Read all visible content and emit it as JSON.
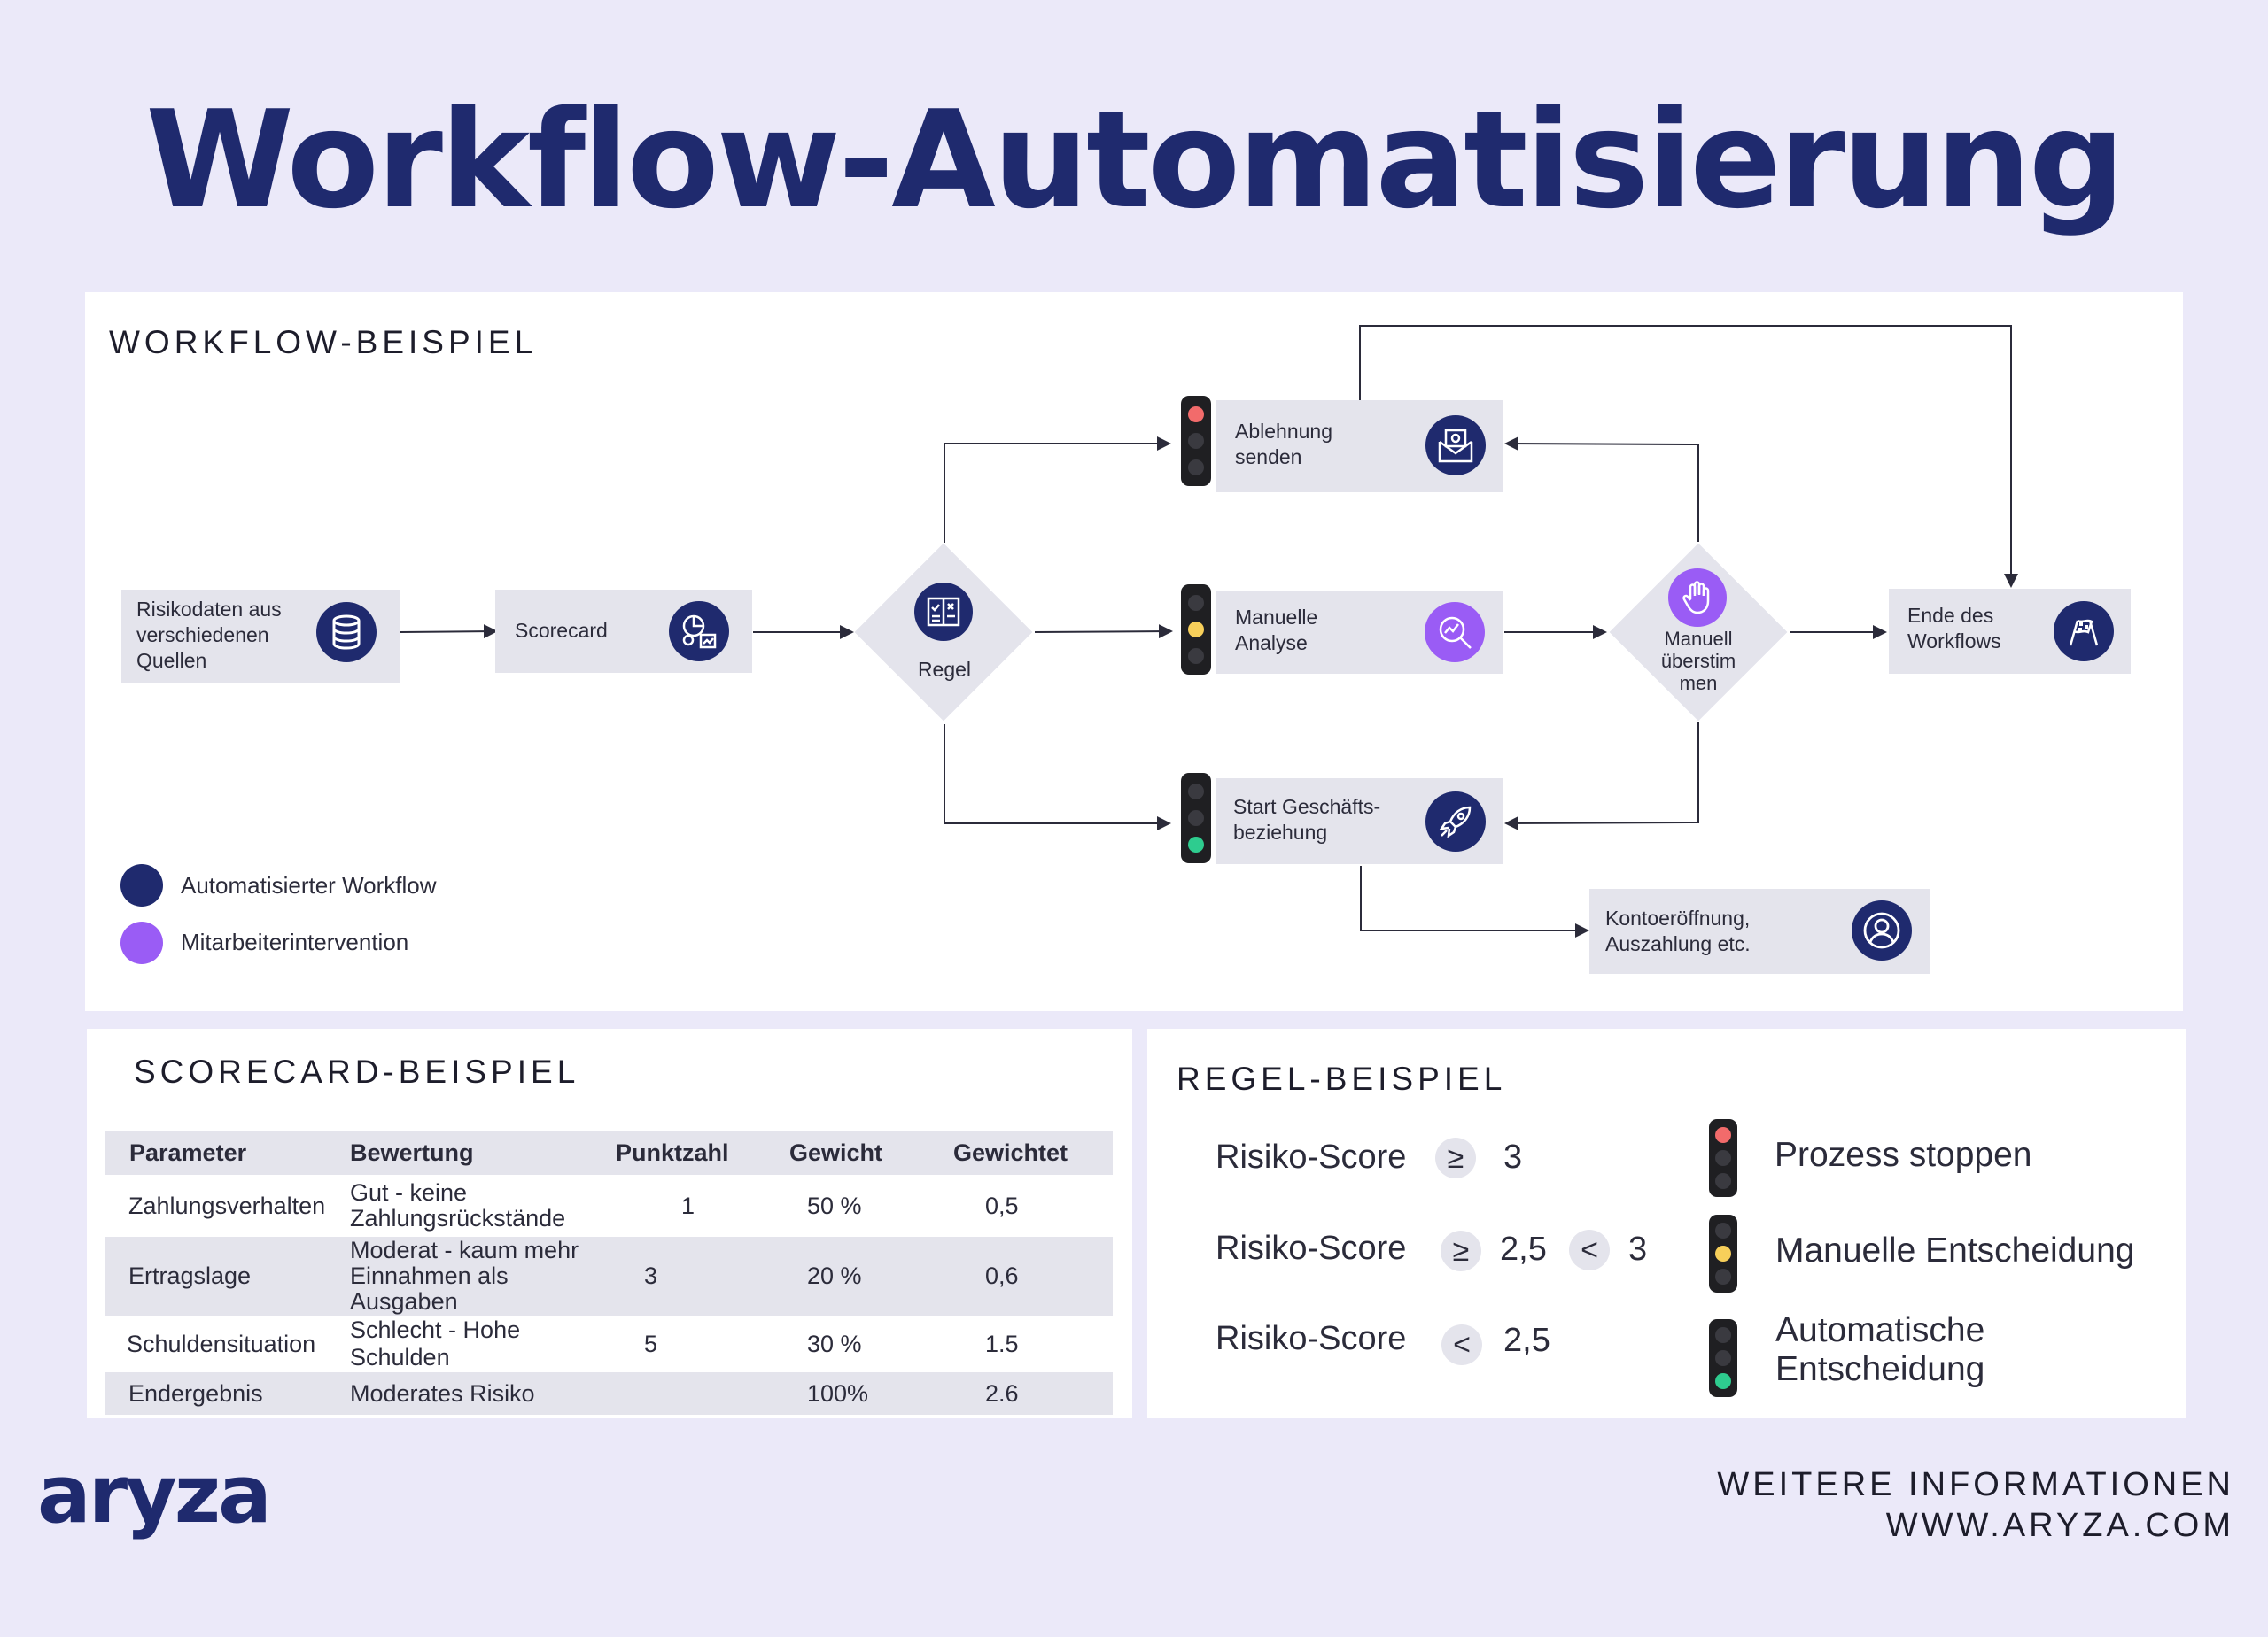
{
  "title": "Workflow-Automatisierung",
  "workflow": {
    "panel_title": "WORKFLOW-BEISPIEL",
    "nodes": {
      "risk_data": "Risikodaten aus verschiedenen Quellen",
      "scorecard": "Scorecard",
      "rule": "Regel",
      "rejection": "Ablehnung senden",
      "manual_analysis": "Manuelle Analyse",
      "start_business": "Start Geschäfts- beziehung",
      "manual_override": "Manuell überstim men",
      "end": "Ende des Workflows",
      "account_opening": "Kontoeröffnung, Auszahlung etc."
    },
    "legend": [
      {
        "label": "Automatisierter Workflow",
        "color": "#1f2a6e"
      },
      {
        "label": "Mitarbeiterintervention",
        "color": "#9a5cf5"
      }
    ]
  },
  "scorecard": {
    "panel_title": "SCORECARD-BEISPIEL",
    "headers": [
      "Parameter",
      "Bewertung",
      "Punktzahl",
      "Gewicht",
      "Gewichtet"
    ],
    "rows": [
      [
        "Zahlungsverhalten",
        "Gut - keine Zahlungsrückstände",
        "1",
        "50 %",
        "0,5"
      ],
      [
        "Ertragslage",
        "Moderat - kaum mehr Einnahmen als Ausgaben",
        "3",
        "20 %",
        "0,6"
      ],
      [
        "Schuldensituation",
        "Schlecht - Hohe Schulden",
        "5",
        "30 %",
        "1.5"
      ],
      [
        "Endergebnis",
        "Moderates Risiko",
        "",
        "100%",
        "2.6"
      ]
    ]
  },
  "rules": {
    "panel_title": "REGEL-BEISPIEL",
    "items": [
      {
        "label": "Risiko-Score",
        "op1": "≥",
        "val1": "3",
        "op2": "",
        "val2": "",
        "action": "Prozess stoppen"
      },
      {
        "label": "Risiko-Score",
        "op1": "≥",
        "val1": "2,5",
        "op2": "<",
        "val2": "3",
        "action": "Manuelle Entscheidung"
      },
      {
        "label": "Risiko-Score",
        "op1": "<",
        "val1": "2,5",
        "op2": "",
        "val2": "",
        "action": "Automatische Entscheidung"
      }
    ]
  },
  "colors": {
    "navy": "#1f2a6e",
    "purple": "#9a5cf5",
    "red": "#f26b6b",
    "yellow": "#f7cf5a",
    "green": "#2ecc8f"
  },
  "footer": {
    "logo": "aryza",
    "info_line1": "WEITERE INFORMATIONEN",
    "info_line2": "WWW.ARYZA.COM"
  }
}
